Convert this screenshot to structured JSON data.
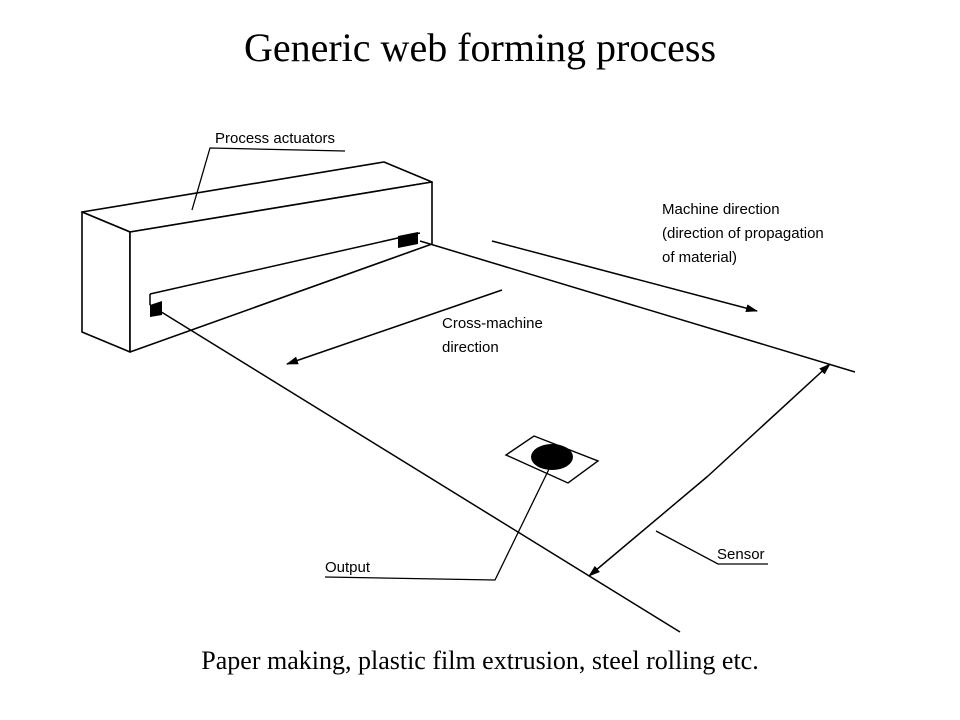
{
  "title": "Generic web forming process",
  "caption": "Paper making, plastic film extrusion, steel rolling etc.",
  "labels": {
    "process_actuators": "Process actuators",
    "machine_direction_1": "Machine direction",
    "machine_direction_2": "(direction of propagation",
    "machine_direction_3": "of material)",
    "cross_machine_1": "Cross-machine",
    "cross_machine_2": "direction",
    "sensor": "Sensor",
    "output": "Output"
  }
}
